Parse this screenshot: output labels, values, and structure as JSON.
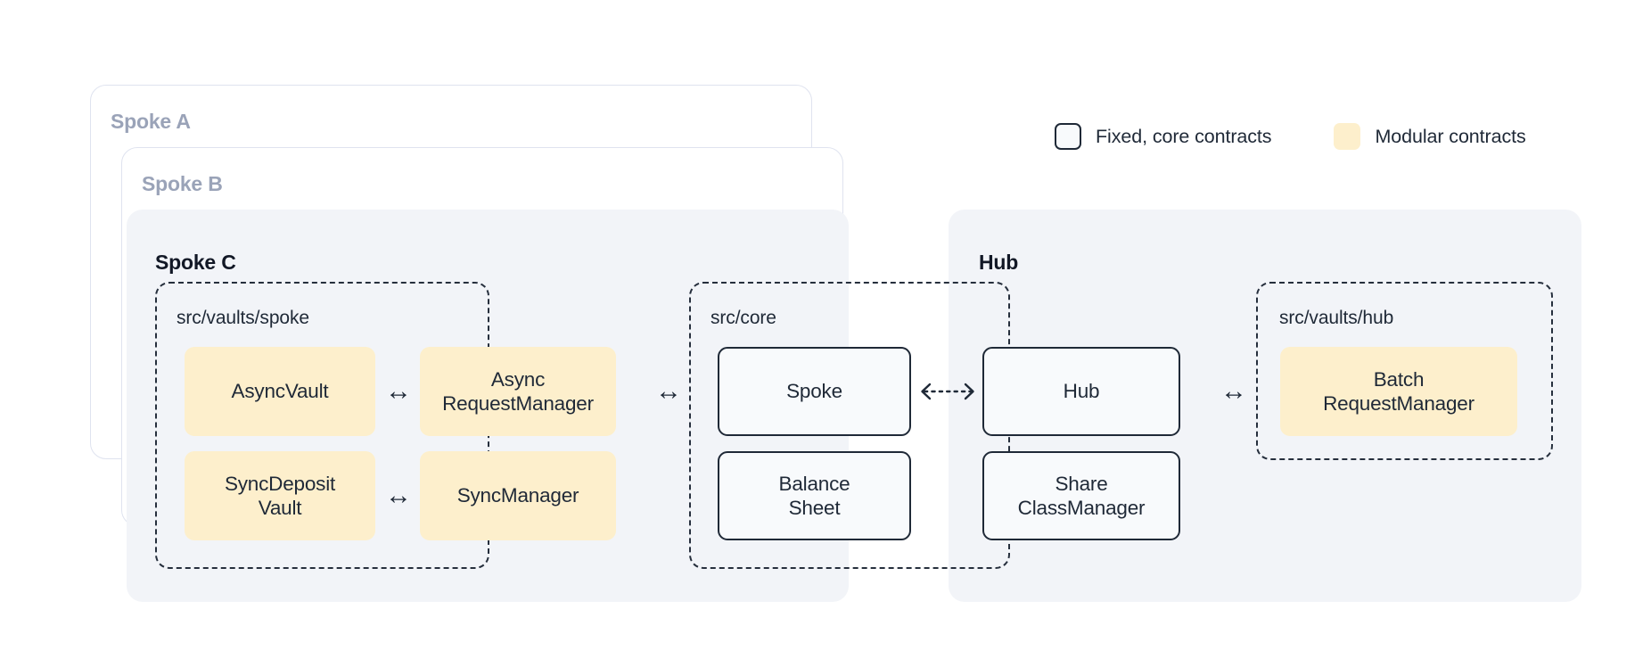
{
  "legend": {
    "items": [
      {
        "label": "Fixed, core contracts",
        "style": "outlined",
        "color": "#f8fafc",
        "border_color": "#1f2937",
        "swatch_icon": "square-outline-icon"
      },
      {
        "label": "Modular contracts",
        "style": "filled",
        "color": "#fdefcc",
        "swatch_icon": "square-filled-icon"
      }
    ]
  },
  "stacked_cards": [
    {
      "label": "Spoke A"
    },
    {
      "label": "Spoke B"
    }
  ],
  "panels": {
    "spoke": {
      "title": "Spoke C",
      "groups": [
        {
          "label": "src/vaults/spoke",
          "nodes": [
            {
              "label": "AsyncVault",
              "kind": "modular"
            },
            {
              "label": "Async\nRequestManager",
              "kind": "modular"
            },
            {
              "label": "SyncDeposit\nVault",
              "kind": "modular"
            },
            {
              "label": "SyncManager",
              "kind": "modular"
            }
          ]
        }
      ]
    },
    "core": {
      "label": "src/core",
      "nodes": [
        {
          "label": "Spoke",
          "kind": "core"
        },
        {
          "label": "Balance\nSheet",
          "kind": "core"
        },
        {
          "label": "Hub",
          "kind": "core"
        },
        {
          "label": "Share\nClassManager",
          "kind": "core"
        }
      ]
    },
    "hub": {
      "title": "Hub",
      "groups": [
        {
          "label": "src/vaults/hub",
          "nodes": [
            {
              "label": "Batch\nRequestManager",
              "kind": "modular"
            }
          ]
        }
      ]
    }
  },
  "connectors": {
    "async_vault_to_manager": {
      "glyph": "↔",
      "icon": "bidirectional-arrow-icon"
    },
    "sync_vault_to_manager": {
      "glyph": "↔",
      "icon": "bidirectional-arrow-icon"
    },
    "spoke_vaults_to_core": {
      "glyph": "↔",
      "icon": "bidirectional-arrow-icon"
    },
    "spoke_to_hub": {
      "glyph": "⇠⇢",
      "icon": "bidirectional-dotted-arrow-icon"
    },
    "core_to_hub_vaults": {
      "glyph": "↔",
      "icon": "bidirectional-arrow-icon"
    }
  },
  "colors": {
    "page_background": "#ffffff",
    "panel_background": "#f2f4f8",
    "modular_fill": "#fdefcc",
    "core_fill": "#f8fafc",
    "stroke_dark": "#1f2937",
    "card_border": "#dfe3ef",
    "muted_text": "#9aa3b8"
  }
}
